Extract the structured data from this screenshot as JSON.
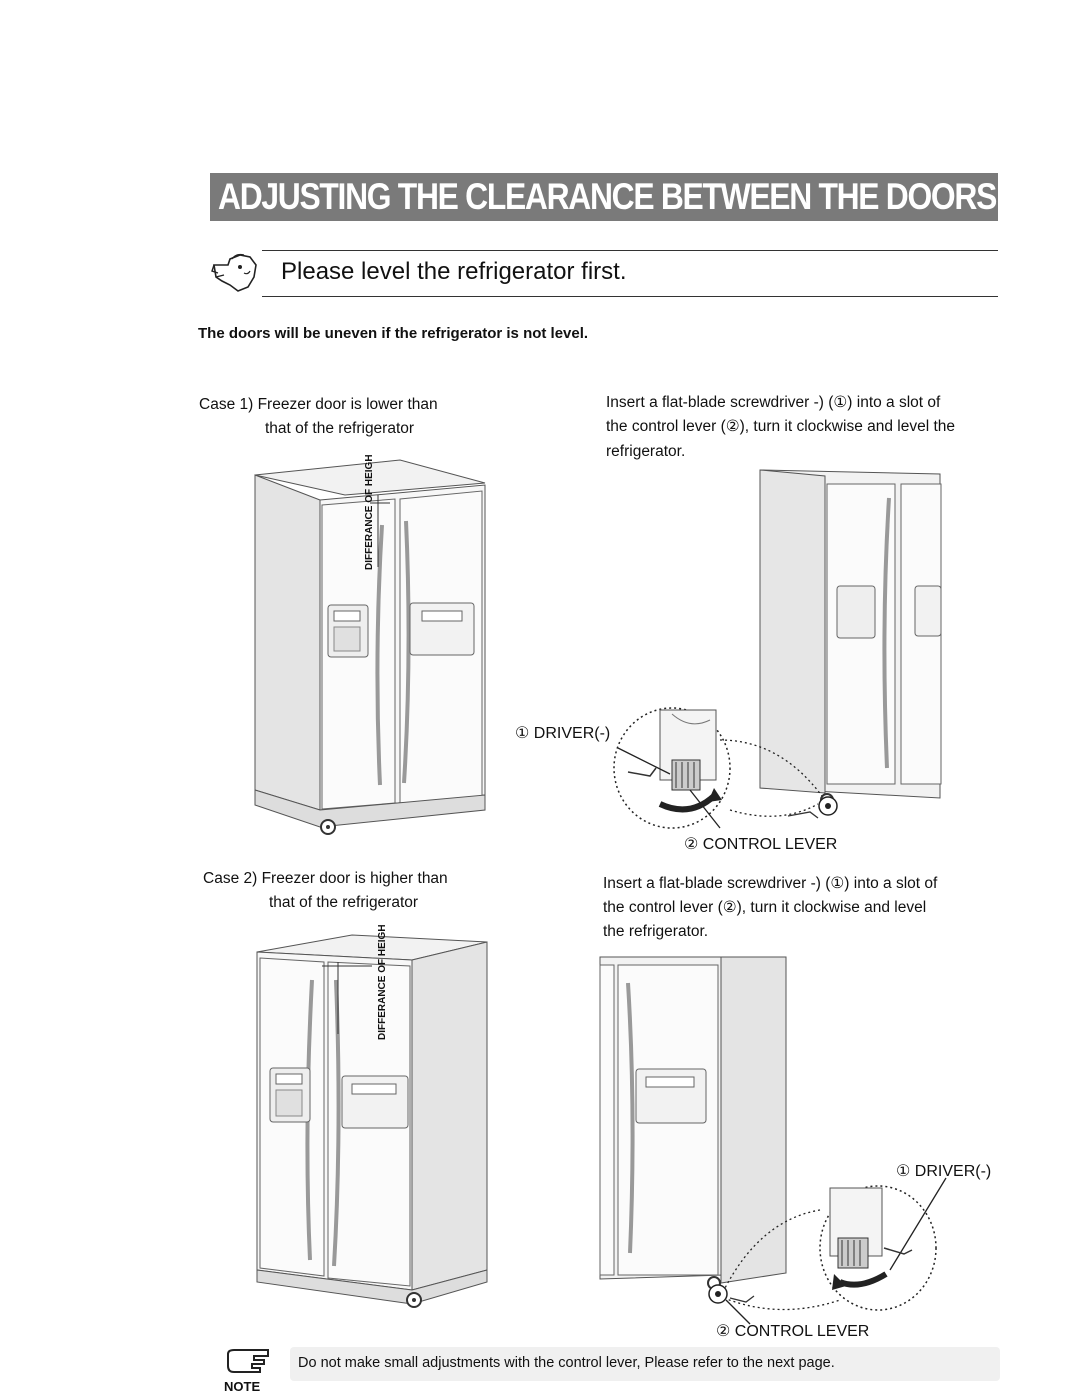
{
  "header": {
    "title": "ADJUSTING THE CLEARANCE BETWEEN THE DOORS",
    "subtitle": "Please level the refrigerator first.",
    "lead": "The doors will be uneven if the refrigerator is not level."
  },
  "case1": {
    "caption_line1": "Case 1) Freezer door is lower than",
    "caption_line2": "that of the refrigerator",
    "instruction_line1": "Insert a flat-blade screwdriver -)  (①) into a slot of",
    "instruction_line2": "the control lever (②), turn it clockwise and level the",
    "instruction_line3": "refrigerator.",
    "driver_label": "① DRIVER(-)",
    "lever_label": "② CONTROL LEVER",
    "height_label": "DIFFERANCE OF HEIGHT"
  },
  "case2": {
    "caption_line1": "Case 2) Freezer door is higher than",
    "caption_line2": "that of the refrigerator",
    "instruction_line1": "Insert a flat-blade screwdriver -) (①) into a slot of",
    "instruction_line2": "the control lever (②), turn it clockwise and level",
    "instruction_line3": "the refrigerator.",
    "driver_label": "① DRIVER(-)",
    "lever_label": "② CONTROL LEVER",
    "height_label": "DIFFERANCE OF HEIGHT"
  },
  "note": {
    "text": "Do not make small adjustments with the control lever,  Please refer to the next page.",
    "label": "NOTE"
  },
  "icons": {
    "header_icon": "pointing-hand-icon",
    "note_icon": "note-hand-icon"
  }
}
